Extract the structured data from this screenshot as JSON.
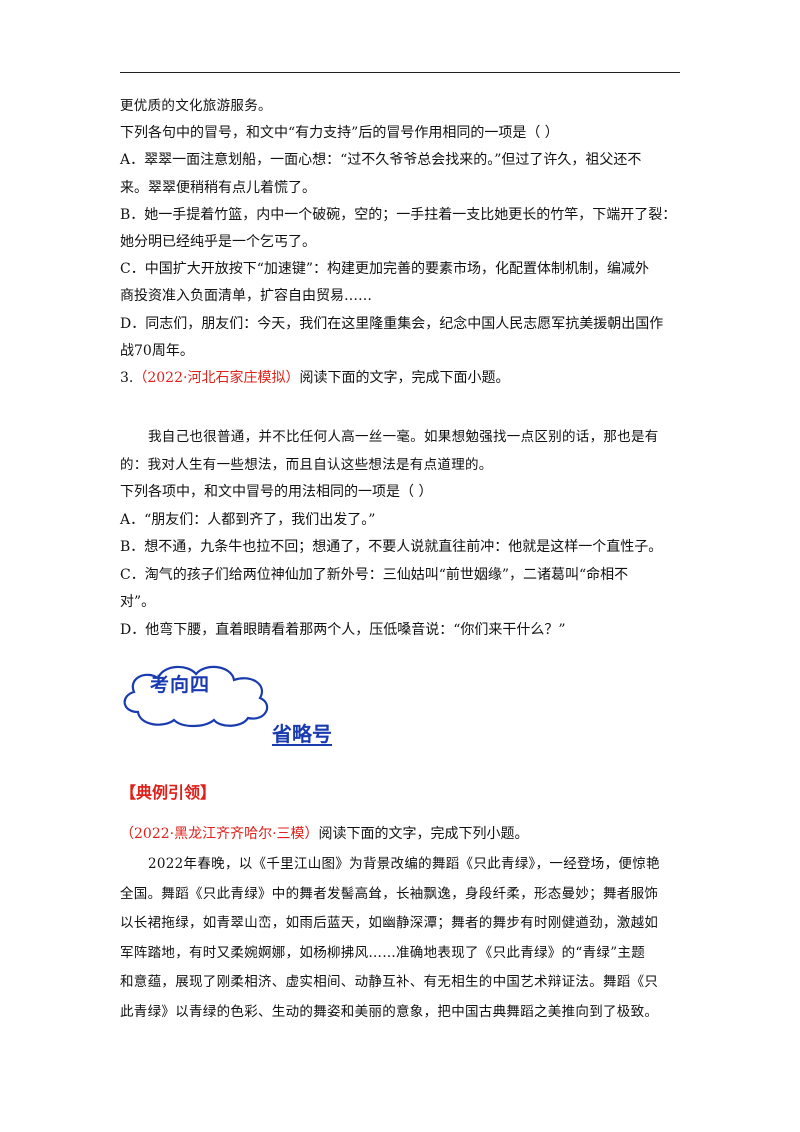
{
  "lines_top": [
    {
      "text": "更优质的文化旅游服务。",
      "cls": "kai"
    },
    {
      "text": "下列各句中的冒号，和文中“有力支持”后的冒号作用相同的一项是（    ）",
      "cls": ""
    },
    {
      "text": "A．翠翠一面注意划船，一面心想：“过不久爷爷总会找来的。”但过了许久，祖父还不",
      "cls": ""
    },
    {
      "text": "来。翠翠便稍稍有点儿着慌了。",
      "cls": ""
    },
    {
      "text": "B．她一手提着竹篮，内中一个破碗，空的；一手拄着一支比她更长的竹竿，下端开了裂：",
      "cls": ""
    },
    {
      "text": "她分明已经纯乎是一个乞丐了。",
      "cls": ""
    },
    {
      "text": "C．中国扩大开放按下“加速键”：构建更加完善的要素市场，化配置体制机制，编减外",
      "cls": ""
    },
    {
      "text": "商投资准入负面清单，扩容自由贸易……",
      "cls": ""
    },
    {
      "text": "D．同志们，朋友们：今天，我们在这里隆重集会，纪念中国人民志愿军抗美援朝出国作",
      "cls": ""
    },
    {
      "text": "战70周年。",
      "cls": ""
    }
  ],
  "q3": {
    "number": "3.",
    "source": "（2022·河北石家庄模拟）",
    "instruction": "阅读下面的文字，完成下面小题。"
  },
  "lines_q3": [
    {
      "text": "我自己也很普通，并不比任何人高一丝一毫。如果想勉强找一点区别的话，那也是有",
      "cls": "kai ind"
    },
    {
      "text": "的：我对人生有一些想法，而且自认这些想法是有点道理的。",
      "cls": "kai"
    },
    {
      "text": "下列各项中，和文中冒号的用法相同的一项是（    ）",
      "cls": ""
    },
    {
      "text": "A．“朋友们：人都到齐了，我们出发了。”",
      "cls": ""
    },
    {
      "text": "B．想不通，九条牛也拉不回；想通了，不要人说就直往前冲：他就是这样一个直性子。",
      "cls": ""
    },
    {
      "text": "C．淘气的孩子们给两位神仙加了新外号：三仙姑叫“前世姻缘”，二诸葛叫“命相不",
      "cls": ""
    },
    {
      "text": "对”。",
      "cls": ""
    },
    {
      "text": "D．他弯下腰，直着眼睛看着那两个人，压低嗓音说：“你们来干什么？”",
      "cls": ""
    }
  ],
  "badge": {
    "label": "考向四",
    "topic": "省略号"
  },
  "section_title": "【典例引领】",
  "example": {
    "source": "（2022·黑龙江齐齐哈尔·三模）",
    "instruction": "阅读下面的文字，完成下列小题。"
  },
  "lines_passage": [
    {
      "text": "2022年春晚，以《千里江山图》为背景改编的舞蹈《只此青绿》，一经登场，便惊艳",
      "cls": "kai ind"
    },
    {
      "text": "全国。舞蹈《只此青绿》中的舞者发髻高耸，长袖飘逸，身段纤柔，形态曼妙；舞者服饰",
      "cls": "kai"
    },
    {
      "text": "以长裙拖绿，如青翠山峦，如雨后蓝天，如幽静深潭；舞者的舞步有时刚健遒劲，激越如",
      "cls": "kai"
    },
    {
      "text": "军阵踏地，有时又柔婉婀娜，如杨柳拂风……准确地表现了《只此青绿》的“青绿”主题",
      "cls": "kai"
    },
    {
      "text": "和意蕴，展现了刚柔相济、虚实相间、动静互补、有无相生的中国艺术辩证法。舞蹈《只",
      "cls": "kai"
    },
    {
      "text": "此青绿》以青绿的色彩、生动的舞姿和美丽的意象，把中国古典舞蹈之美推向到了极致。",
      "cls": "kai"
    }
  ]
}
